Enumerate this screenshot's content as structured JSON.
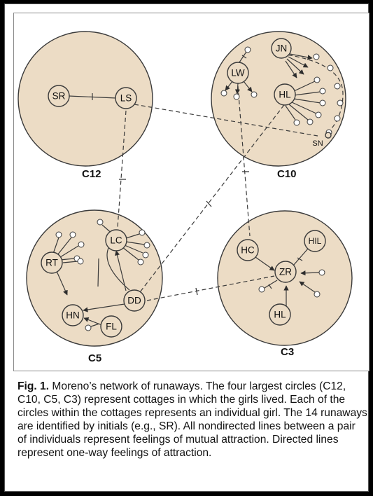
{
  "figure": {
    "cottages": [
      {
        "id": "c12",
        "label": "C12"
      },
      {
        "id": "c10",
        "label": "C10"
      },
      {
        "id": "c5",
        "label": "C5"
      },
      {
        "id": "c3",
        "label": "C3"
      }
    ],
    "runaways": [
      {
        "id": "SR",
        "label": "SR",
        "cottage": "C12"
      },
      {
        "id": "LS",
        "label": "LS",
        "cottage": "C12"
      },
      {
        "id": "JN",
        "label": "JN",
        "cottage": "C10"
      },
      {
        "id": "LW",
        "label": "LW",
        "cottage": "C10"
      },
      {
        "id": "HL10",
        "label": "HL",
        "cottage": "C10"
      },
      {
        "id": "SN",
        "label": "SN",
        "cottage": "C10"
      },
      {
        "id": "LC",
        "label": "LC",
        "cottage": "C5"
      },
      {
        "id": "RT",
        "label": "RT",
        "cottage": "C5"
      },
      {
        "id": "DD",
        "label": "DD",
        "cottage": "C5"
      },
      {
        "id": "HN",
        "label": "HN",
        "cottage": "C5"
      },
      {
        "id": "FL",
        "label": "FL",
        "cottage": "C5"
      },
      {
        "id": "HC",
        "label": "HC",
        "cottage": "C3"
      },
      {
        "id": "HIL",
        "label": "HIL",
        "cottage": "C3"
      },
      {
        "id": "ZR",
        "label": "ZR",
        "cottage": "C3"
      },
      {
        "id": "HL3",
        "label": "HL",
        "cottage": "C3"
      }
    ],
    "colors": {
      "cottage_fill": "#ecdcc5",
      "cottage_stroke": "#3a3a3a",
      "node_fill": "#f6e6e0",
      "line": "#3a3a3a",
      "frame": "#000000"
    }
  },
  "caption": {
    "label": "Fig. 1.",
    "text": "Moreno’s network of runaways. The four largest circles (C12, C10, C5, C3) represent cottages in which the girls lived. Each of the circles within the cottages represents an individual girl. The 14 runaways are identified by initials (e.g., SR). All nondirected lines between a pair of individuals represent feelings of mutual attraction. Directed lines represent one-way feelings of attraction."
  }
}
